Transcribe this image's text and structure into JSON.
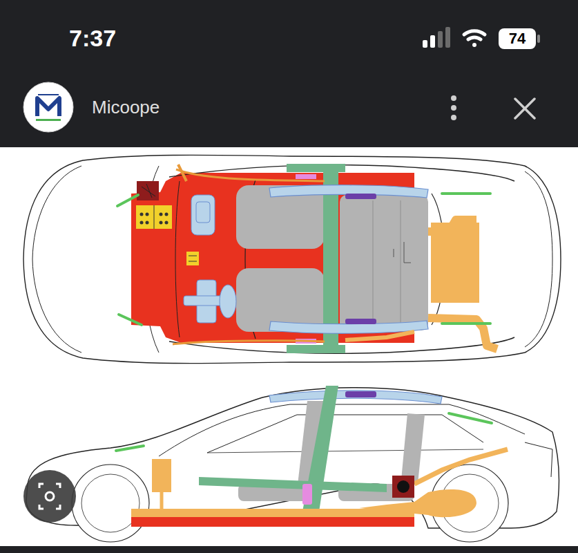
{
  "diagram": {
    "labels": [
      "7:37",
      "74",
      "Micoope"
    ]
  }
}
